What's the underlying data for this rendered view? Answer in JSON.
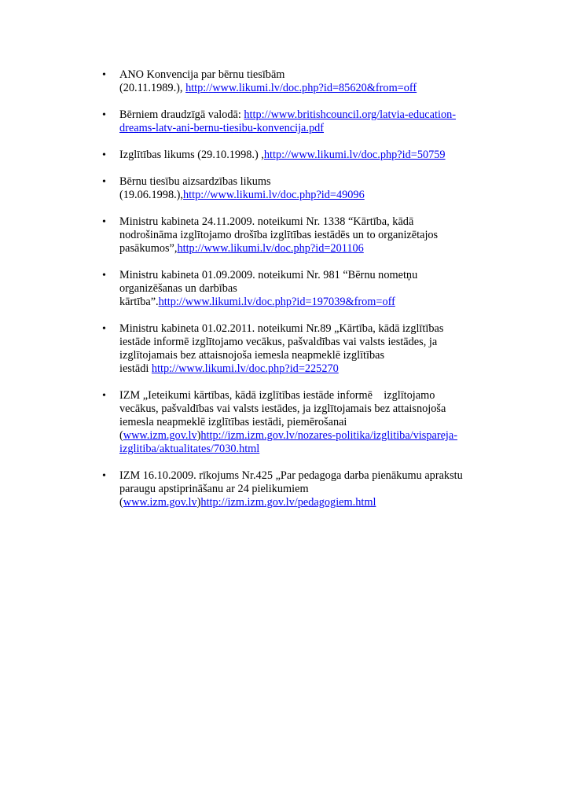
{
  "bullet_char": "•",
  "items": [
    {
      "parts": [
        {
          "t": "ANO Konvencija par bērnu tiesībām"
        },
        {
          "br": true
        },
        {
          "t": "(20.11.1989.), "
        },
        {
          "link": "http://www.likumi.lv/doc.php?id=85620&from=off"
        }
      ]
    },
    {
      "parts": [
        {
          "t": "Bērniem draudzīgā valodā: "
        },
        {
          "link": "http://www.britishcouncil.org/latvia-education-"
        },
        {
          "br": true
        },
        {
          "link": "dreams-latv-ani-bernu-tiesibu-konvencija.pdf"
        }
      ]
    },
    {
      "parts": [
        {
          "t": "Izglītības likums (29.10.1998.) ,"
        },
        {
          "link": "http://www.likumi.lv/doc.php?id=50759"
        }
      ]
    },
    {
      "parts": [
        {
          "t": "Bērnu tiesību aizsardzības likums"
        },
        {
          "br": true
        },
        {
          "t": "(19.06.1998.),"
        },
        {
          "link": "http://www.likumi.lv/doc.php?id=49096"
        }
      ]
    },
    {
      "parts": [
        {
          "t": "Ministru kabineta 24.11.2009. noteikumi Nr. 1338 “Kārtība, kādā"
        },
        {
          "br": true
        },
        {
          "t": "nodrošināma izglītojamo drošība izglītības iestādēs un to organizētajos"
        },
        {
          "br": true
        },
        {
          "t": "pasākumos”,"
        },
        {
          "link": "http://www.likumi.lv/doc.php?id=201106"
        }
      ]
    },
    {
      "parts": [
        {
          "t": "Ministru kabineta 01.09.2009. noteikumi Nr. 981 “Bērnu nometņu"
        },
        {
          "br": true
        },
        {
          "t": "organizēšanas un darbības"
        },
        {
          "br": true
        },
        {
          "t": "kārtība”."
        },
        {
          "link": "http://www.likumi.lv/doc.php?id=197039&from=off"
        }
      ]
    },
    {
      "parts": [
        {
          "t": "Ministru kabineta 01.02.2011. noteikumi Nr.89 „Kārtība, kādā izglītības"
        },
        {
          "br": true
        },
        {
          "t": "iestāde informē izglītojamo vecākus, pašvaldības vai valsts iestādes, ja"
        },
        {
          "br": true
        },
        {
          "t": "izglītojamais bez attaisnojoša iemesla neapmeklē izglītības"
        },
        {
          "br": true
        },
        {
          "t": "iestādi "
        },
        {
          "link": "http://www.likumi.lv/doc.php?id=225270"
        }
      ]
    },
    {
      "parts": [
        {
          "t": "IZM „Ieteikumi kārtības, kādā izglītības iestāde informē    izglītojamo"
        },
        {
          "br": true
        },
        {
          "t": "vecākus, pašvaldības vai valsts iestādes, ja izglītojamais bez attaisnojoša"
        },
        {
          "br": true
        },
        {
          "t": "iemesla neapmeklē izglītības iestādi, piemērošanai"
        },
        {
          "br": true
        },
        {
          "t": "("
        },
        {
          "link": "www.izm.gov.lv"
        },
        {
          "t": ")"
        },
        {
          "link": "http://izm.izm.gov.lv/nozares-politika/izglitiba/vispareja-"
        },
        {
          "br": true
        },
        {
          "link": "izglitiba/aktualitates/7030.html"
        }
      ]
    },
    {
      "parts": [
        {
          "t": "IZM 16.10.2009. rīkojums Nr.425 „Par pedagoga darba pienākumu aprakstu"
        },
        {
          "br": true
        },
        {
          "t": "paraugu apstiprināšanu ar 24 pielikumiem"
        },
        {
          "br": true
        },
        {
          "t": "("
        },
        {
          "link": "www.izm.gov.lv"
        },
        {
          "t": ")"
        },
        {
          "link": "http://izm.izm.gov.lv/pedagogiem.html"
        }
      ]
    }
  ]
}
